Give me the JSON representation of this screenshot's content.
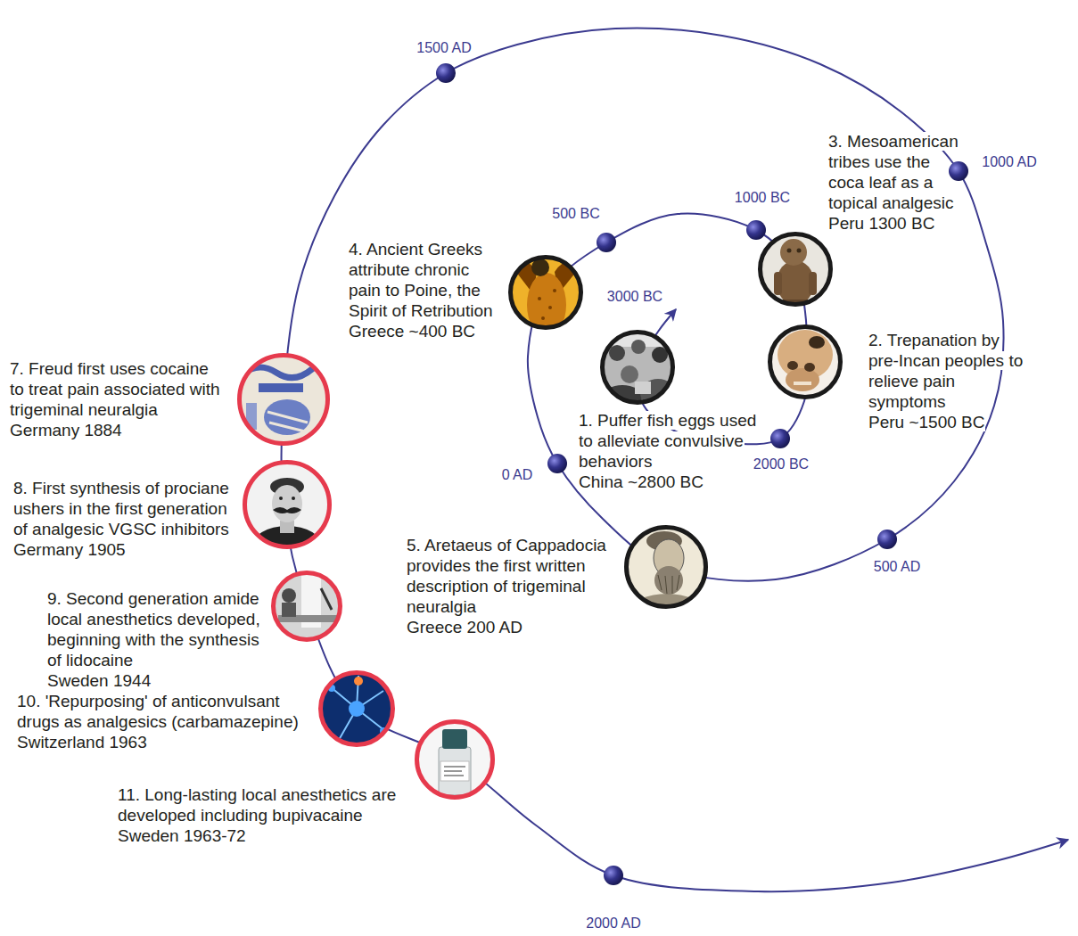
{
  "diagram": {
    "nodes": [
      {
        "text": [
          "1. Puffer fish eggs used to alleviate convulsive behaviors",
          "China ~2800 BC"
        ]
      },
      {
        "text": [
          "2. Trepanation by pre-Incan peoples to relieve pain symptoms",
          "Peru ~1500 BC"
        ]
      },
      {
        "text": [
          "3. Mesoamerican tribes use the coca leaf as a topical analgesic",
          "Peru 1300 BC"
        ]
      },
      {
        "text": [
          "4. Ancient Greeks attribute chronic pain to Poine, the Spirit of Retribution",
          "Greece ~400 BC"
        ]
      },
      {
        "text": [
          "5. Aretaeus of Cappadocia provides the first written description of trigeminal neuralgia",
          "Greece 200 AD"
        ]
      },
      {
        "text": [
          "7. Freud first uses cocaine to treat pain associated with trigeminal neuralgia",
          "Germany 1884"
        ]
      },
      {
        "text": [
          "8. First synthesis of prociane ushers in the first generation of analgesic VGSC inhibitors",
          "Germany 1905"
        ]
      },
      {
        "text": [
          "9. Second generation amide local anesthetics developed, beginning with the synthesis of lidocaine",
          "Sweden 1944"
        ]
      },
      {
        "text": [
          "10. 'Repurposing' of anticonvulsant drugs as analgesics (carbamazepine)",
          "Switzerland 1963"
        ]
      },
      {
        "text": [
          "11. Long-lasting local anesthetics are developed including bupivacaine",
          "Sweden 1963-72"
        ]
      }
    ],
    "labels": [
      "3000 BC",
      "2000 BC",
      "1000 BC",
      "500 BC",
      "0 AD",
      "500 AD",
      "1000 AD",
      "1500 AD",
      "2000 AD"
    ]
  }
}
